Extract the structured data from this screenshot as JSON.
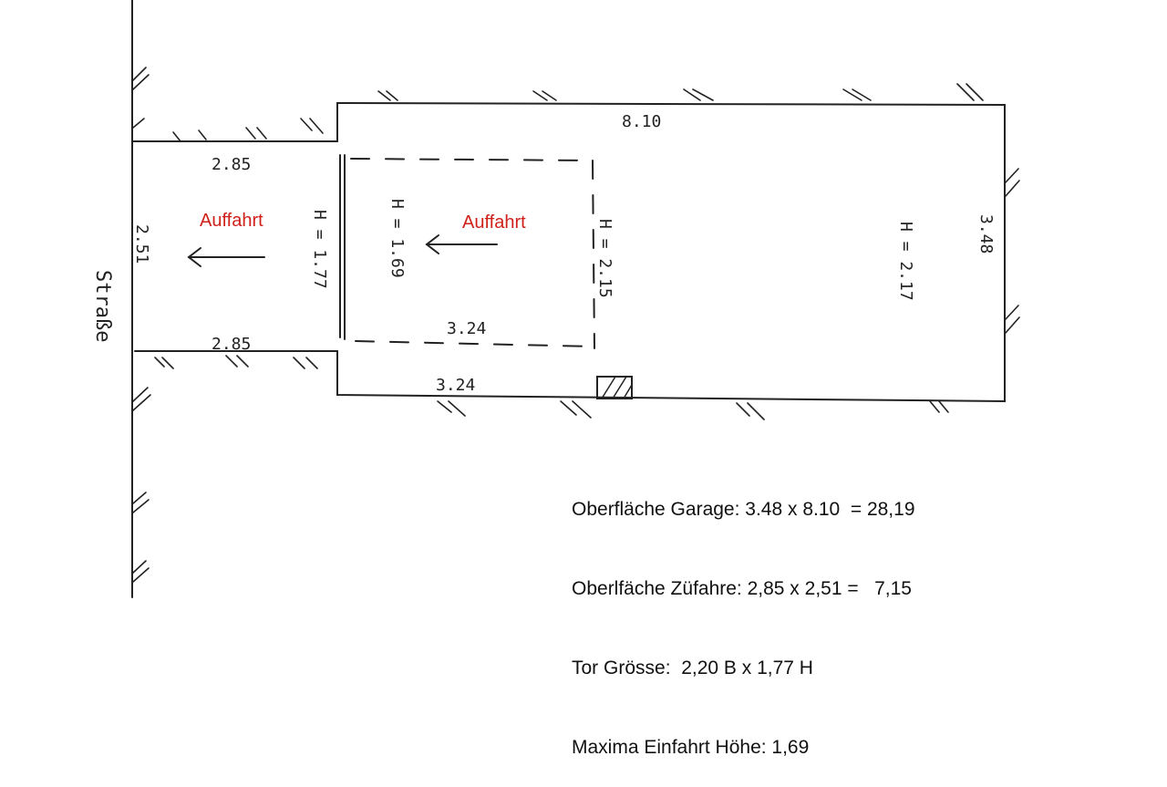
{
  "labels": {
    "street": "Straße",
    "garage_width": "8.10",
    "garage_height_right": "3.48",
    "garage_clearance": "H = 2.17",
    "inner_clearance": "H = 2.15",
    "inner_ramp_height": "H = 1.69",
    "gate_height": "H = 1.77",
    "drive_top_width": "2.85",
    "drive_bottom_width": "2.85",
    "drive_depth": "2.51",
    "inner_width": "3.24",
    "garage_bottom_width": "3.24"
  },
  "driveway_labels": [
    "Auffahrt",
    "Auffahrt"
  ],
  "summary": [
    "Oberfläche Garage: 3.48 x 8.10  = 28,19",
    "Oberlfäche Züfahre: 2,85 x 2,51 =   7,15",
    "Tor Grösse:  2,20 B x 1,77 H",
    "Maxima Einfahrt Höhe: 1,69"
  ],
  "colors": {
    "ink": "#222222",
    "accent": "#d0201a"
  }
}
